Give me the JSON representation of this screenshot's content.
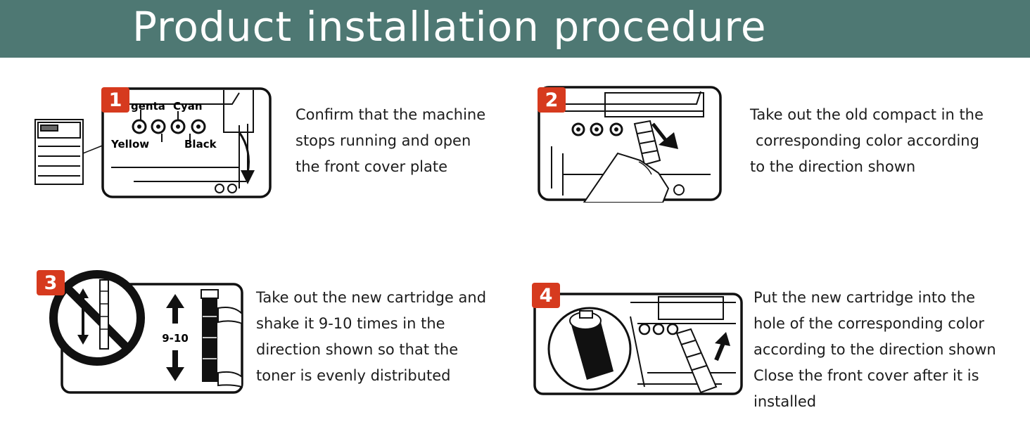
{
  "header": {
    "title": "Product installation procedure"
  },
  "colors": {
    "header_bg": "#4e7873",
    "badge": "#d63a1e"
  },
  "steps": [
    {
      "number": "1",
      "icon": "open-front-cover-illustration",
      "labels": {
        "magenta": "genta",
        "cyan": "Cyan",
        "yellow": "Yellow",
        "black": "Black"
      },
      "lines": [
        "Confirm that the machine",
        "stops running and open",
        "the front cover plate"
      ]
    },
    {
      "number": "2",
      "icon": "remove-old-cartridge-illustration",
      "lines": [
        "Take out the old compact in the",
        "corresponding color according",
        "to the direction shown"
      ]
    },
    {
      "number": "3",
      "icon": "shake-cartridge-illustration",
      "shake_label": "9-10",
      "lines": [
        "Take out the new cartridge and",
        "shake it 9-10 times in the",
        "direction shown so that the",
        "toner is evenly distributed"
      ]
    },
    {
      "number": "4",
      "icon": "insert-new-cartridge-illustration",
      "lines": [
        "Put the new cartridge into the",
        "hole of the corresponding color",
        "according to the direction shown",
        "Close the front cover after it is",
        "installed"
      ]
    }
  ]
}
